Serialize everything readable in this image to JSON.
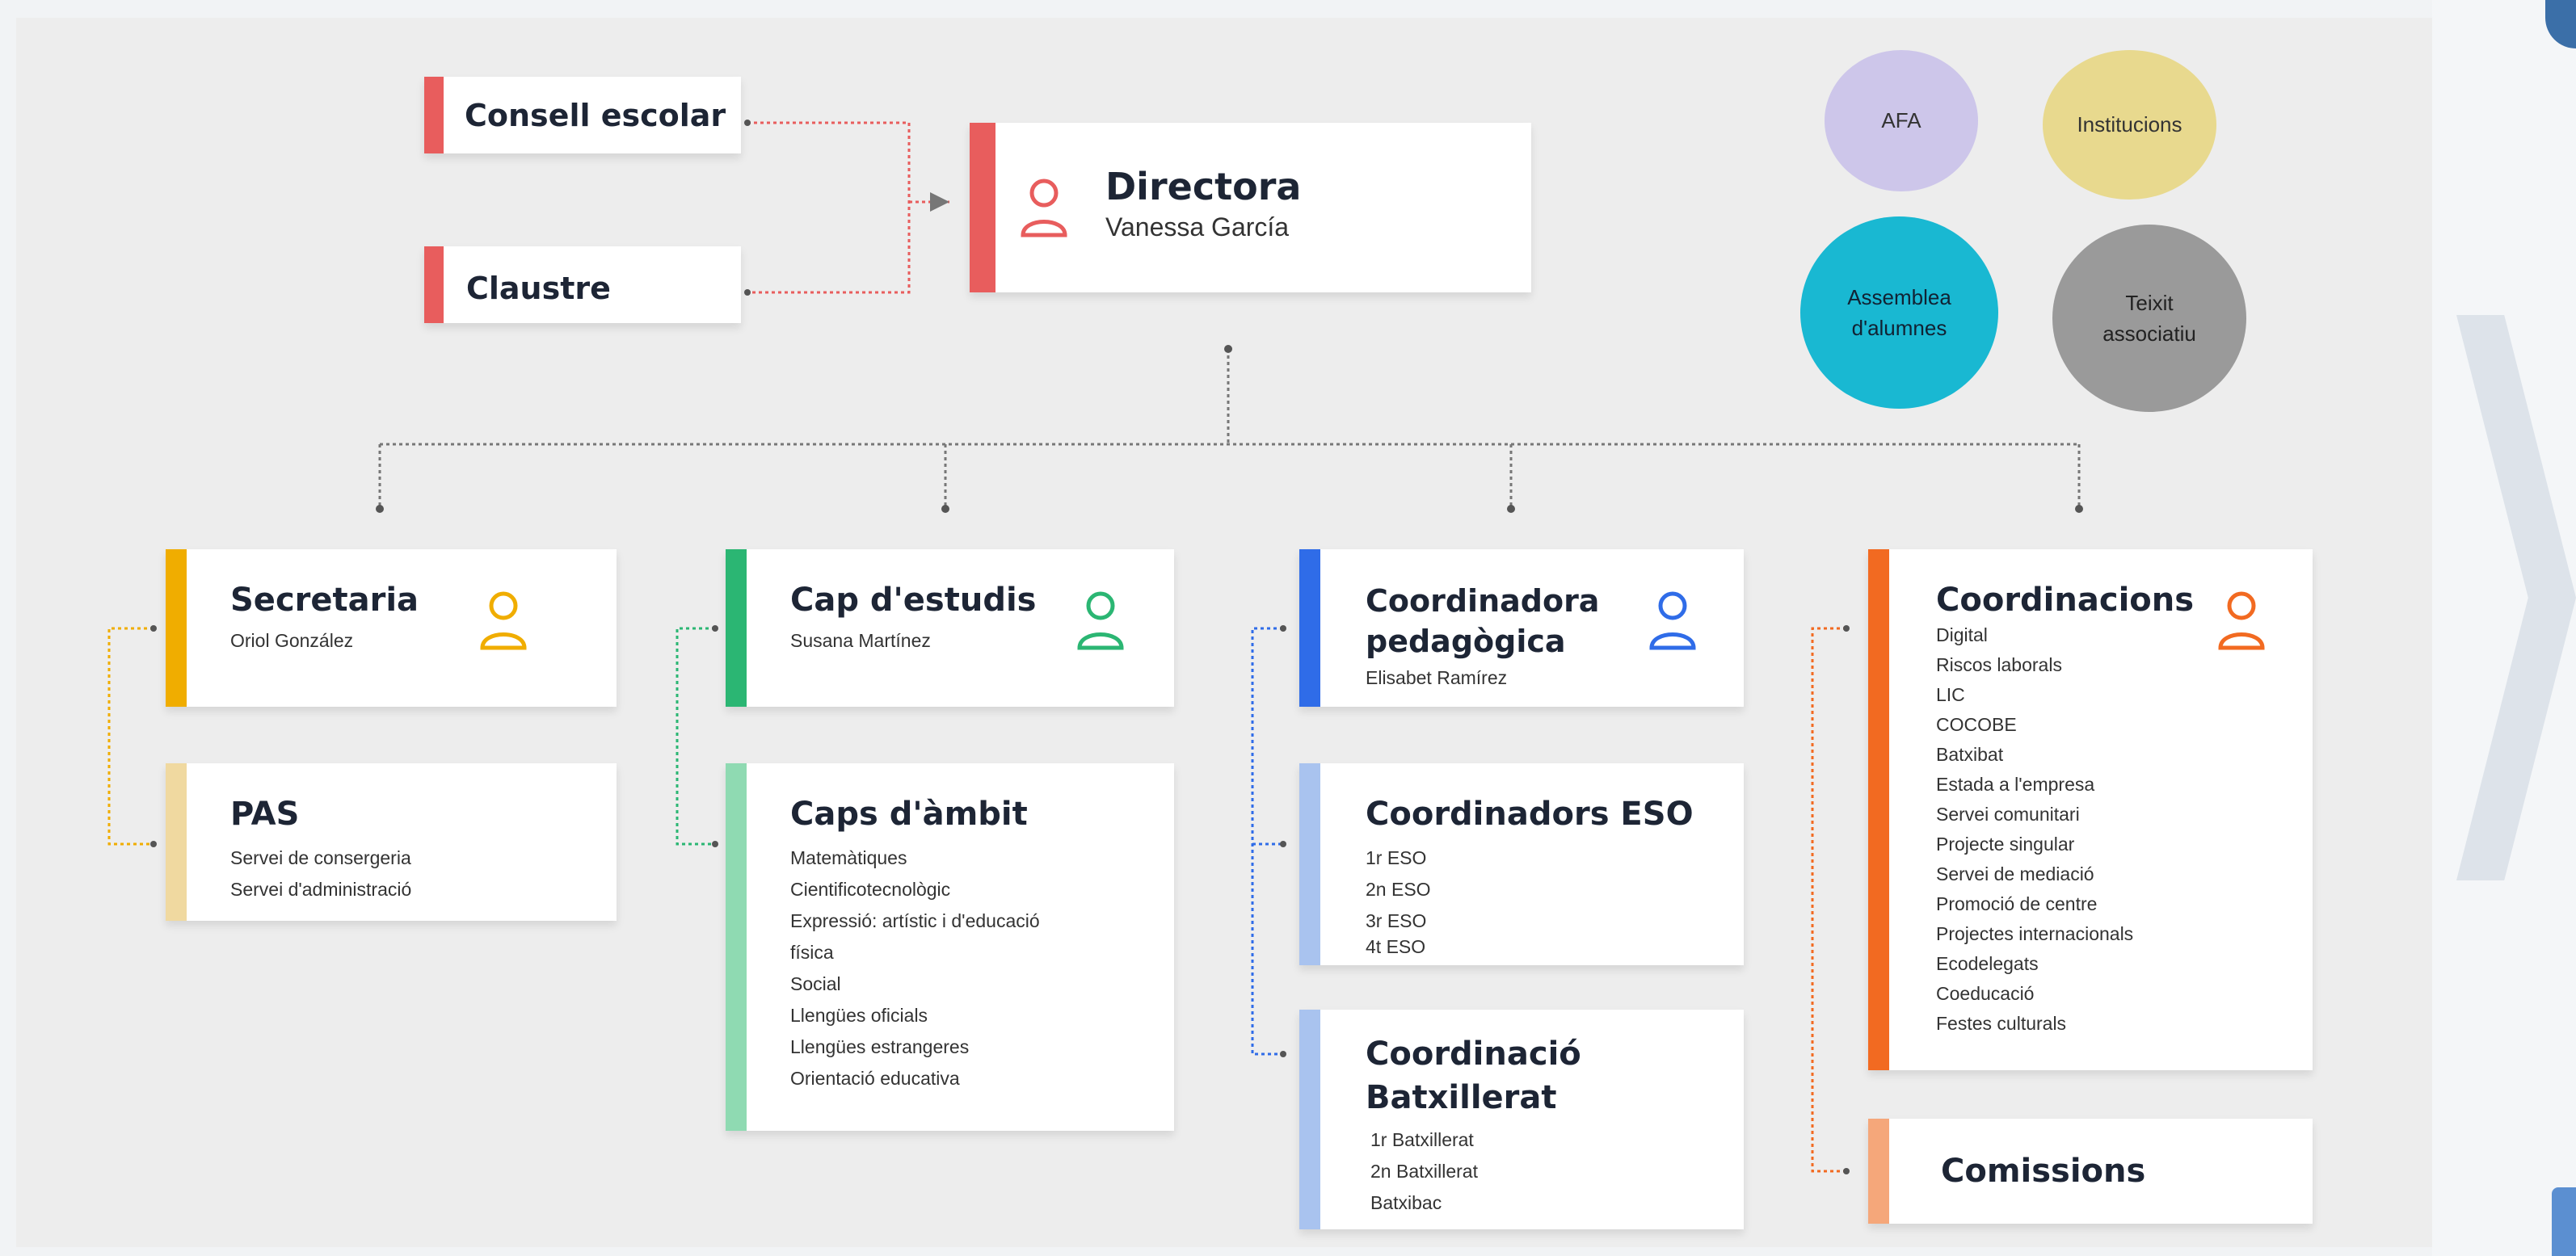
{
  "colors": {
    "director": "#e85d5d",
    "secretaria": "#f0ad00",
    "pas": "#f0d9a0",
    "cap_estudis": "#2bb673",
    "caps_ambit": "#8fdab2",
    "coord_ped": "#2f6ce8",
    "coord_light": "#a9c3ef",
    "coordinacions": "#f26a21",
    "comissions": "#f5a77a",
    "line": "#777777"
  },
  "top": {
    "consell": "Consell escolar",
    "claustre": "Claustre",
    "director_title": "Directora",
    "director_name": "Vanessa García",
    "person_icon": "person-icon"
  },
  "bubbles": {
    "afa": "AFA",
    "institucions": "Institucions",
    "assemblea": [
      "Assemblea",
      "d'alumnes"
    ],
    "teixit": [
      "Teixit",
      "associatiu"
    ]
  },
  "col1": {
    "secretaria_title": "Secretaria",
    "secretaria_name": "Oriol González",
    "pas_title": "PAS",
    "pas_items": [
      "Servei de consergeria",
      "Servei d'administració"
    ]
  },
  "col2": {
    "cap_title": "Cap d'estudis",
    "cap_name": "Susana Martínez",
    "caps_title": "Caps d'àmbit",
    "caps_items": [
      "Matemàtiques",
      "Cientificotecnològic",
      "Expressió: artístic i d'educació",
      "física",
      "Social",
      "Llengües oficials",
      "Llengües estrangeres",
      "Orientació educativa"
    ]
  },
  "col3": {
    "coord_ped_title": [
      "Coordinadora",
      "pedagògica"
    ],
    "coord_ped_name": "Elisabet Ramírez",
    "eso_title": "Coordinadors ESO",
    "eso_items": [
      "1r ESO",
      "2n ESO",
      "3r ESO",
      "4t ESO"
    ],
    "batx_title": [
      "Coordinació",
      "Batxillerat"
    ],
    "batx_items": [
      "1r Batxillerat",
      "2n Batxillerat",
      "Batxibac"
    ]
  },
  "col4": {
    "coordinacions_title": "Coordinacions",
    "coordinacions_items": [
      "Digital",
      "Riscos laborals",
      "LIC",
      "COCOBE",
      "Batxibat",
      "Estada a l'empresa",
      "Servei comunitari",
      "Projecte singular",
      "Servei de mediació",
      "Promoció de centre",
      "Projectes internacionals",
      "Ecodelegats",
      "Coeducació",
      "Festes culturals"
    ],
    "comissions_title": "Comissions"
  }
}
